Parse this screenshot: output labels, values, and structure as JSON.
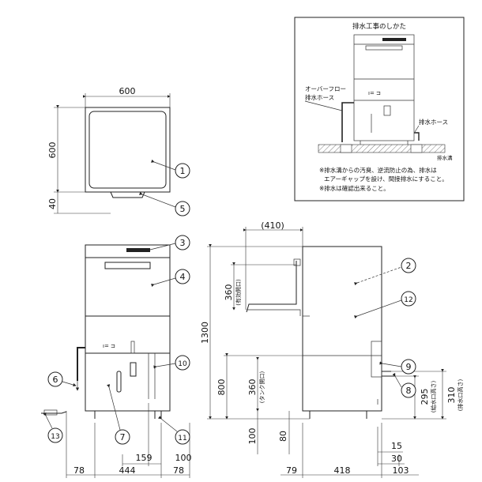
{
  "inset": {
    "title": "排水工事のしかた",
    "overflow_label": "オーバーフロー",
    "overflow_hose_label": "排水ホース",
    "drain_hose_label": "排水ホース",
    "drain_ditch_label": "排水溝",
    "note1_line1": "※排水溝からの汚臭、逆流防止の為、排水は",
    "note1_line2": "エアーギャップを設け、間接排水にすること。",
    "note2": "※排水は確認出来ること。"
  },
  "dimensions": {
    "top_width": "600",
    "top_depth": "600",
    "top_front": "40",
    "side_depth_open": "(410)",
    "height_total": "1300",
    "height_lower": "800",
    "door_opening": "360",
    "door_opening_note": "(有効開口)",
    "tank_opening": "360",
    "tank_opening_note": "(タンク開口)",
    "foot_height": "100",
    "foot_min": "80",
    "front_left": "78",
    "front_mid": "444",
    "front_right": "78",
    "front_159": "159",
    "front_100": "100",
    "side_79": "79",
    "side_418": "418",
    "side_103": "103",
    "side_15": "15",
    "side_30": "30",
    "supply_height": "295",
    "supply_height_note": "(給水口高さ)",
    "drain_height": "310",
    "drain_height_note": "(排水口高さ)"
  },
  "callouts": [
    "1",
    "2",
    "3",
    "4",
    "5",
    "6",
    "7",
    "8",
    "9",
    "10",
    "11",
    "12",
    "13"
  ]
}
